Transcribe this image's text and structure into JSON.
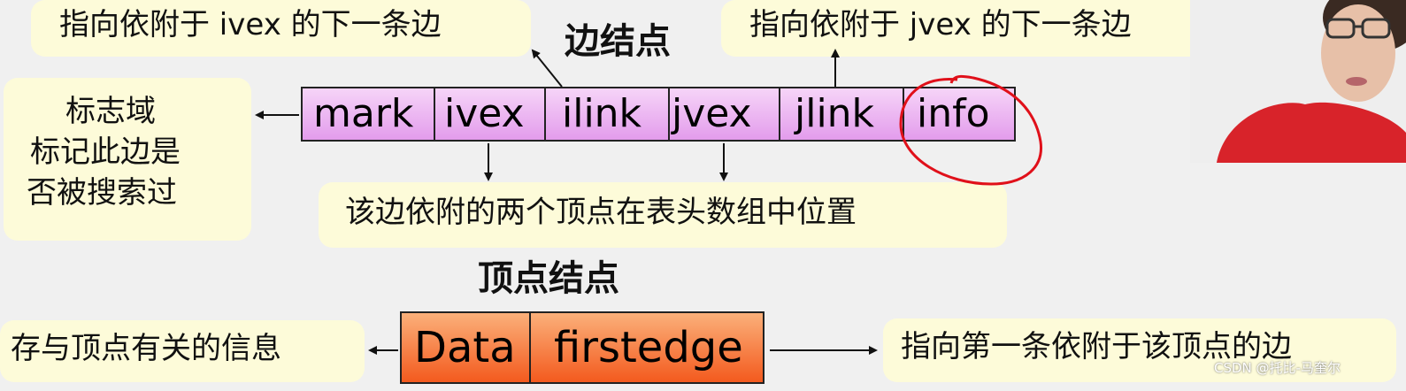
{
  "edge_node": {
    "title": "边结点",
    "fields": [
      "mark",
      "ivex",
      "ilink",
      "jvex",
      "jlink",
      "info"
    ],
    "note_ilink": "指向依附于 ivex 的下一条边",
    "note_jlink": "指向依附于 jvex 的下一条边",
    "note_mark_lines": [
      "标志域",
      "标记此边是",
      "否被搜索过"
    ],
    "note_vex": "该边依附的两个顶点在表头数组中位置"
  },
  "vertex_node": {
    "title": "顶点结点",
    "fields": [
      "Data",
      "firstedge"
    ],
    "note_data": "存与顶点有关的信息",
    "note_firstedge": "指向第一条依附于该顶点的边"
  },
  "colors": {
    "edge_fill": "#e39cec",
    "vertex_fill": "#f35a1e",
    "note_bg": "#fdfbd9",
    "highlight_circle": "#e0101a"
  },
  "watermark": "CSDN @托比-马奎尔"
}
